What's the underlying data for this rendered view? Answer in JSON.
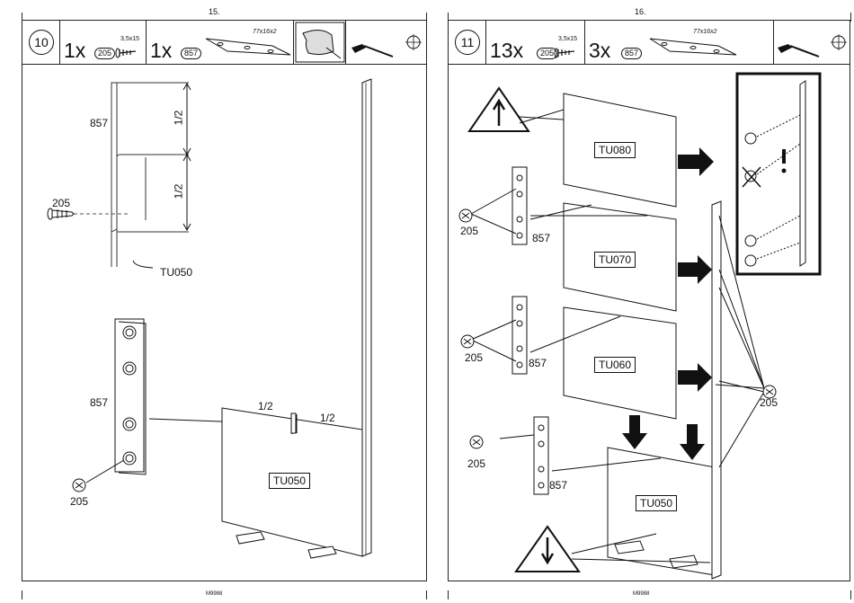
{
  "pages": {
    "left": {
      "page_number": "15.",
      "step": "10",
      "part1_qty": "1x",
      "part1_code": "205",
      "screw_size": "3,5x15",
      "part2_qty": "1x",
      "part2_code": "857",
      "plate_size": "77x16x2",
      "labels": {
        "p857_top": "857",
        "half_a": "1/2",
        "half_b": "1/2",
        "screw_205_top": "205",
        "tu050_top": "TU050",
        "p857_mid": "857",
        "half_c": "1/2",
        "half_d": "1/2",
        "screw_205_bot": "205",
        "tu050_box": "TU050"
      },
      "footer": "M9988"
    },
    "right": {
      "page_number": "16.",
      "step": "11",
      "part1_qty": "13x",
      "part1_code": "205",
      "screw_size": "3,5x15",
      "part2_qty": "3x",
      "part2_code": "857",
      "plate_size": "77x16x2",
      "labels": {
        "tu080": "TU080",
        "tu070": "TU070",
        "tu060": "TU060",
        "tu050": "TU050",
        "s1": "205",
        "p1": "857",
        "s2": "205",
        "p2": "857",
        "s3": "205",
        "p3": "857",
        "s_right": "205"
      },
      "footer": "M9988"
    }
  }
}
